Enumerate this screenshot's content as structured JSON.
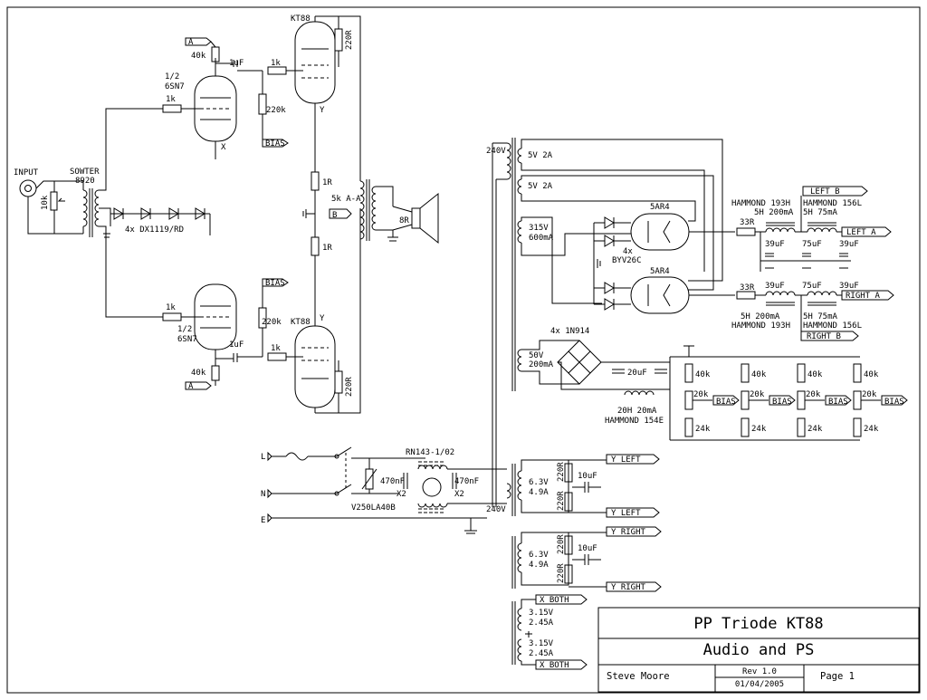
{
  "title_block": {
    "title": "PP Triode KT88",
    "subtitle": "Audio and PS",
    "author": "Steve Moore",
    "revision": "Rev 1.0",
    "date": "01/04/2005",
    "page": "Page 1"
  },
  "input_stage": {
    "input_label": "INPUT",
    "transformer_brand": "SOWTER",
    "transformer_model": "8920",
    "volume_pot": "10k",
    "led_string": "4x DX1119/RD"
  },
  "driver_stage": {
    "tube_fraction": "1/2",
    "tube_type": "6SN7",
    "grid_resistor": "1k",
    "plate_resistor": "40k",
    "coupling_cap": "1uF",
    "bias_resistor": "220k",
    "bias_label": "BIAS",
    "supply_label": "A",
    "output_grid_resistor": "1k"
  },
  "output_stage": {
    "tube_type": "KT88",
    "screen_resistor": "220R",
    "cathode_resistor": "1R",
    "output_transformer": "5k A-A",
    "speaker_impedance": "8R",
    "supply_b": "B",
    "heater_x": "X",
    "heater_y": "Y"
  },
  "power_transformer": {
    "primary": "240V",
    "winding_5v_a": "5V 2A",
    "winding_5v_b": "5V 2A",
    "hv_volts": "315V",
    "hv_current": "600mA",
    "bias_volts": "50V",
    "bias_current": "200mA",
    "heater_volts": "6.3V",
    "heater_current": "4.9A",
    "driver_heater_volts": "3.15V",
    "driver_heater_current": "2.45A"
  },
  "rectifier": {
    "tube": "5AR4",
    "diode_count": "4x",
    "diode_type": "BYV26C",
    "bias_diodes": "4x 1N914"
  },
  "filter": {
    "resistor": "33R",
    "choke1_brand": "HAMMOND 193H",
    "choke1_spec": "5H 200mA",
    "choke2_brand": "HAMMOND 156L",
    "choke2_spec": "5H 75mA",
    "cap": "39uF",
    "cap2": "75uF",
    "left_a": "LEFT A",
    "left_b": "LEFT B",
    "right_a": "RIGHT A",
    "right_b": "RIGHT B"
  },
  "bias_supply": {
    "cap": "20uF",
    "choke_spec": "20H 20mA",
    "choke_brand": "HAMMOND 154E",
    "r_top": "40k",
    "r_pot": "20k",
    "r_bottom": "24k",
    "bias_label": "BIAS"
  },
  "heater_supply": {
    "resistor": "220R",
    "cap": "10uF",
    "y_left": "Y LEFT",
    "y_right": "Y RIGHT",
    "x_both": "X BOTH"
  },
  "mains": {
    "line": "L",
    "neutral": "N",
    "earth": "E",
    "filter": "RN143-1/02",
    "x_cap": "470nF",
    "x_class": "X2",
    "varistor": "V250LA40B",
    "secondary": "240V"
  }
}
